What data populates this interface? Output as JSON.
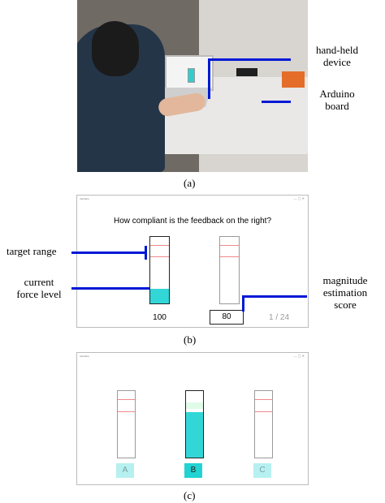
{
  "photo": {
    "labels": {
      "hand_held_device": "hand-held\ndevice",
      "arduino_board": "Arduino\nboard"
    }
  },
  "panel_b": {
    "window_title": "Interface",
    "question": "How compliant is the feedback on the right?",
    "left_value": "100",
    "right_score": "80",
    "progress": "1 / 24",
    "force_level": 0.22,
    "annotations": {
      "target_range": "target range",
      "current_force_level": "current\nforce level",
      "magnitude_estimation_score": "magnitude\nestimation\nscore"
    }
  },
  "panel_c": {
    "window_title": "Interface",
    "options": [
      "A",
      "B",
      "C"
    ],
    "selected": "B"
  },
  "captions": {
    "a": "(a)",
    "b": "(b)",
    "c": "(c)"
  },
  "colors": {
    "accent_blue": "#0018d6",
    "cyan": "#33d6d6",
    "target_red": "#f08a8a"
  }
}
